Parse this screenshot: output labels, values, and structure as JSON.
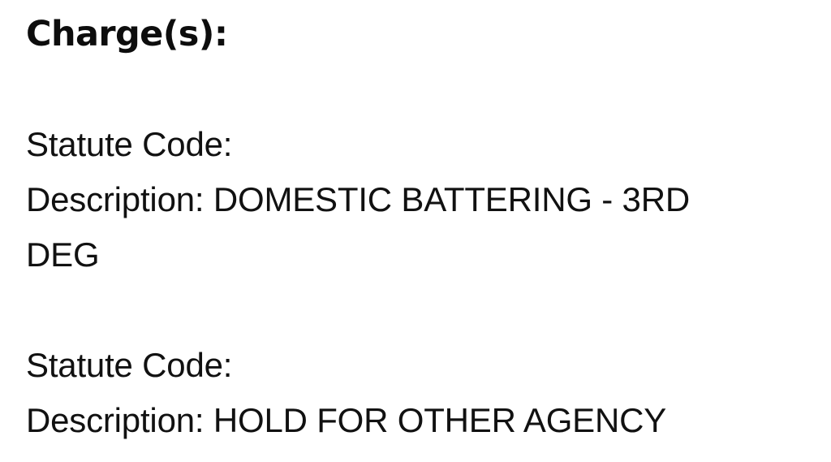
{
  "document": {
    "background_color": "#ffffff",
    "text_color": "#111111",
    "heading_color": "#0d0d0d"
  },
  "section": {
    "heading": "Charge(s):"
  },
  "labels": {
    "statute_code": "Statute Code:",
    "description": "Description:"
  },
  "charges": [
    {
      "statute_code_label": "Statute Code:",
      "statute_code_value": "",
      "description_label": "Description:",
      "description_value": "DOMESTIC BATTERING - 3RD DEG"
    },
    {
      "statute_code_label": "Statute Code:",
      "statute_code_value": "",
      "description_label": "Description:",
      "description_value": "HOLD FOR OTHER AGENCY"
    }
  ]
}
